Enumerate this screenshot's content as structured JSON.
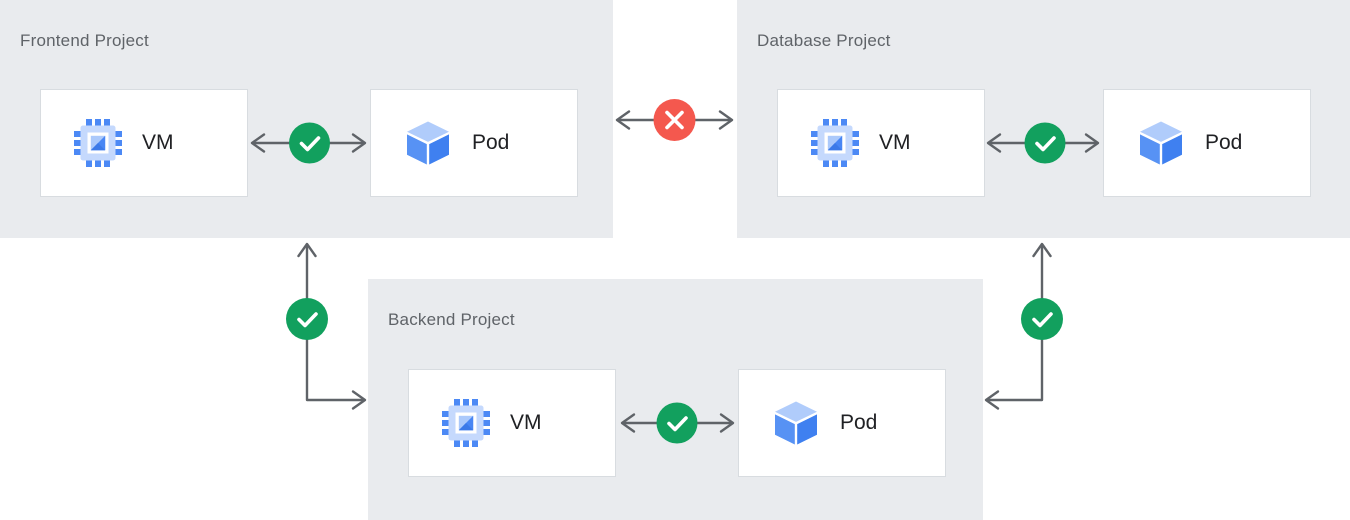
{
  "colors": {
    "page_bg": "#ffffff",
    "panel_bg": "#e9ebee",
    "node_bg": "#ffffff",
    "node_border": "#d8dce0",
    "title_text": "#5f6368",
    "label_text": "#202124",
    "arrow": "#5f6368",
    "status_ok": "#12a05e",
    "status_blocked": "#f4584e",
    "chip_pin": "#4c89f5",
    "chip_body": "#c5d9fd",
    "chip_core_bg": "#abc9fb",
    "chip_core": "#4886f4",
    "chip_fold": "#3b79e8",
    "cube_top": "#b0ccfb",
    "cube_left": "#5792f4",
    "cube_right": "#3f80f0"
  },
  "icons": {
    "ok": "check-icon",
    "blocked": "cross-icon",
    "vm": "vm-chip-icon",
    "pod": "pod-cube-icon"
  },
  "projects": [
    {
      "id": "frontend",
      "title": "Frontend Project",
      "nodes": [
        {
          "label": "VM"
        },
        {
          "label": "Pod"
        }
      ]
    },
    {
      "id": "database",
      "title": "Database Project",
      "nodes": [
        {
          "label": "VM"
        },
        {
          "label": "Pod"
        }
      ]
    },
    {
      "id": "backend",
      "title": "Backend Project",
      "nodes": [
        {
          "label": "VM"
        },
        {
          "label": "Pod"
        }
      ]
    }
  ],
  "links": [
    {
      "between": [
        "Frontend Project VM",
        "Frontend Project Pod"
      ],
      "status": "allowed"
    },
    {
      "between": [
        "Database Project VM",
        "Database Project Pod"
      ],
      "status": "allowed"
    },
    {
      "between": [
        "Backend Project VM",
        "Backend Project Pod"
      ],
      "status": "allowed"
    },
    {
      "between": [
        "Frontend Project",
        "Database Project"
      ],
      "status": "blocked"
    },
    {
      "between": [
        "Frontend Project",
        "Backend Project"
      ],
      "status": "allowed"
    },
    {
      "between": [
        "Database Project",
        "Backend Project"
      ],
      "status": "allowed"
    }
  ]
}
